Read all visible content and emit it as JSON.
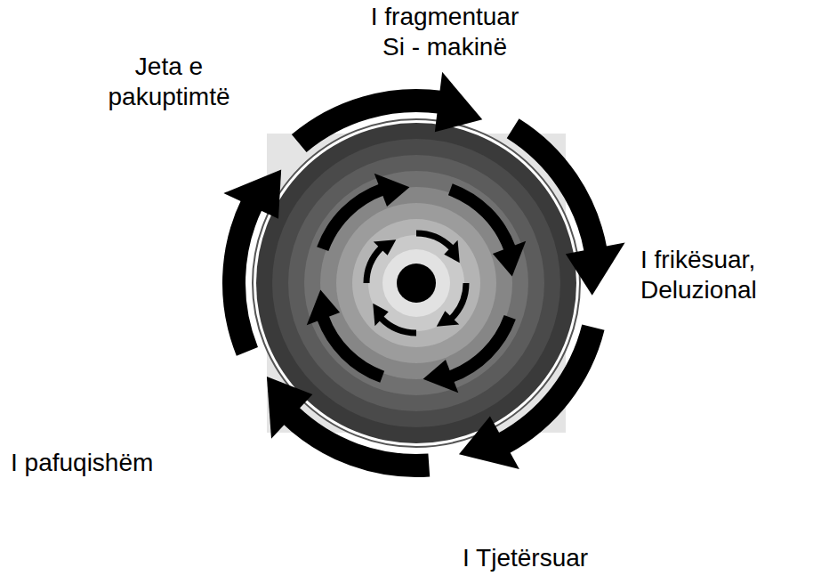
{
  "diagram": {
    "labels": [
      "I fragmentuar Si - makinë",
      "Jeta e pakuptimtë",
      "I frikësuar, Deluzional",
      "I pafuqishëm",
      "I Tjetërsuar"
    ]
  }
}
